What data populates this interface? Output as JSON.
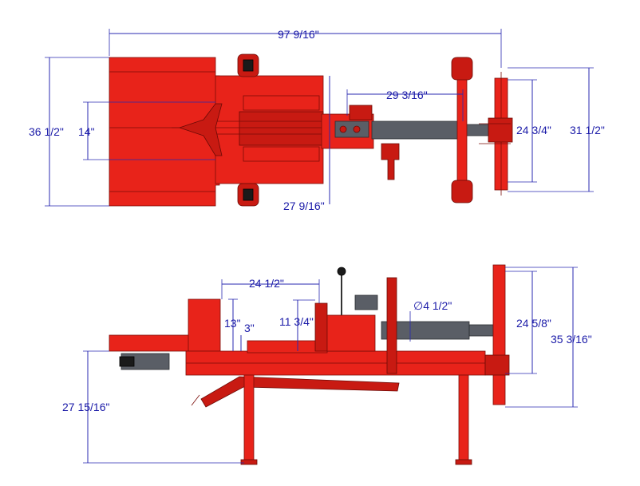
{
  "top_view": {
    "dims": {
      "overall_length": "97 9/16\"",
      "cylinder_length": "29 3/16\"",
      "wedge_length": "27 9/16\"",
      "tray_width": "36 1/2\"",
      "beam_width": "14\"",
      "push_plate_height": "24 3/4\"",
      "foot_width": "31 1/2\""
    }
  },
  "side_view": {
    "dims": {
      "stroke": "24 1/2\"",
      "ram_height_13": "13\"",
      "gap_3": "3\"",
      "wedge_height": "11 3/4\"",
      "cylinder_bore": "∅4 1/2\"",
      "plate_height": "24 5/8\"",
      "overall_height": "35 3/16\"",
      "beam_height": "27 15/16\""
    }
  },
  "colors": {
    "machine_red": "#e8231a",
    "dimension_blue": "#1a1aa8",
    "cylinder_grey": "#5a5e66"
  }
}
